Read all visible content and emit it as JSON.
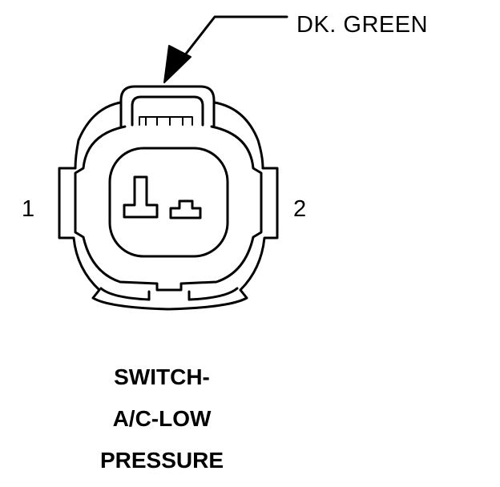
{
  "wire_color_label": "DK. GREEN",
  "pins": {
    "left": "1",
    "right": "2"
  },
  "component_name": {
    "line1": "SWITCH-",
    "line2": "A/C-LOW",
    "line3": "PRESSURE"
  }
}
